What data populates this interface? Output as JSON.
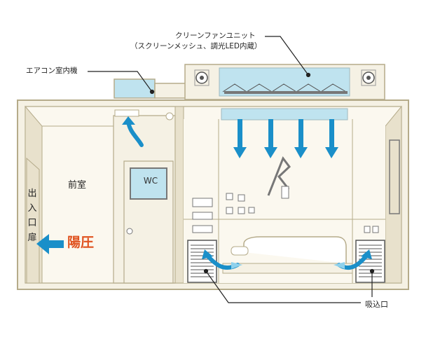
{
  "labels": {
    "fan_unit_line1": "クリーンファンユニット",
    "fan_unit_line2": "（スクリーンメッシュ、調光LED内蔵）",
    "air_conditioner": "エアコン室内機",
    "anteroom": "前室",
    "entrance_door": "出入口扉",
    "positive_pressure": "陽圧",
    "intake": "吸込口",
    "wc": "WC"
  },
  "colors": {
    "airflow_arrow": "#1a8fc9",
    "positive_pressure_text": "#e0521f",
    "wall_fill": "#f5f1e4",
    "outline": "#b5ab8a",
    "fan_panel": "#bfe3ef"
  },
  "icons": [
    "downflow-arrow",
    "return-arrow",
    "positive-pressure-arrow"
  ]
}
